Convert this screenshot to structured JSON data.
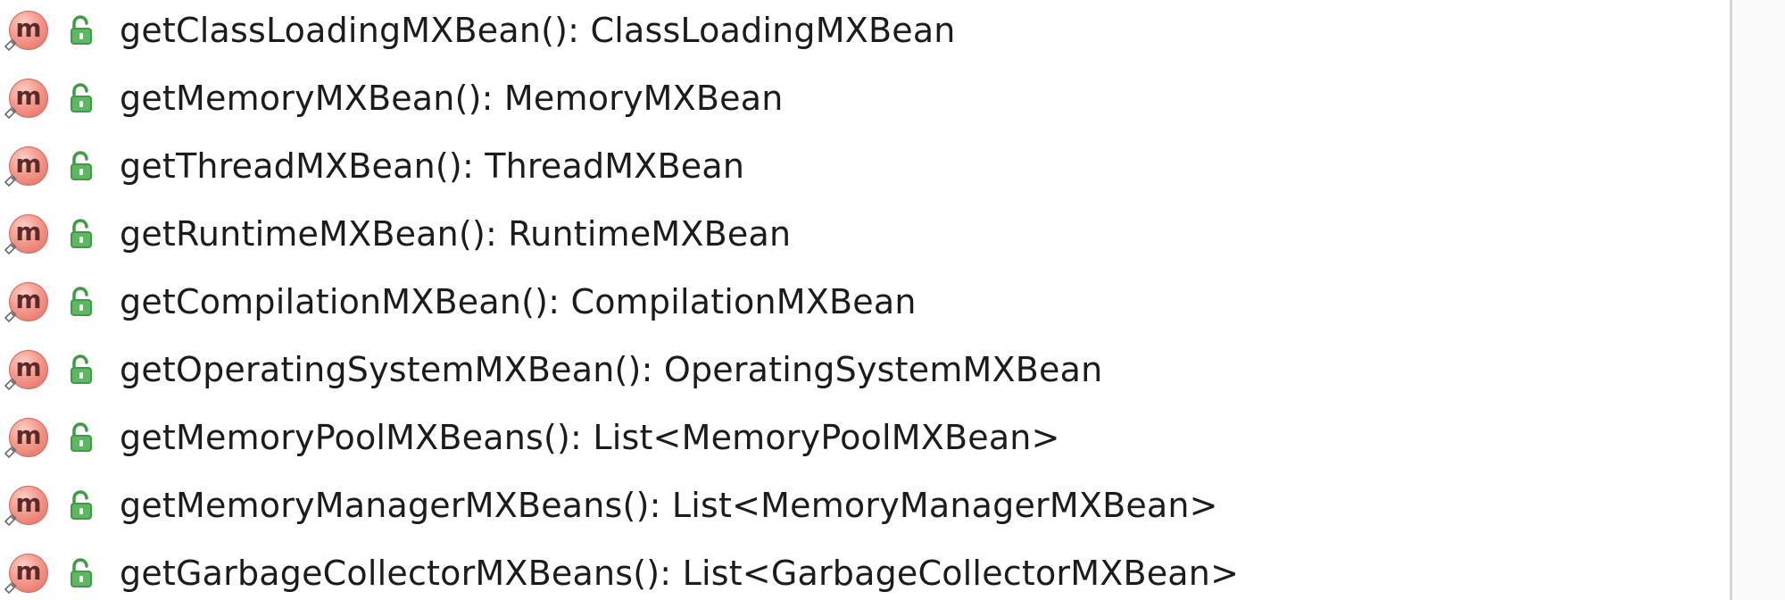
{
  "panel": {
    "icon_colors": {
      "method_fill": "#f4978a",
      "method_letter": "#5a2a28",
      "lock_green": "#3f9c45"
    },
    "row_icons": {
      "kind": "method-icon",
      "visibility": "public-lock-icon",
      "override": "implements-marker-icon"
    },
    "members": [
      {
        "kind_letter": "m",
        "signature": "getClassLoadingMXBean(): ClassLoadingMXBean"
      },
      {
        "kind_letter": "m",
        "signature": "getMemoryMXBean(): MemoryMXBean"
      },
      {
        "kind_letter": "m",
        "signature": "getThreadMXBean(): ThreadMXBean"
      },
      {
        "kind_letter": "m",
        "signature": "getRuntimeMXBean(): RuntimeMXBean"
      },
      {
        "kind_letter": "m",
        "signature": "getCompilationMXBean(): CompilationMXBean"
      },
      {
        "kind_letter": "m",
        "signature": "getOperatingSystemMXBean(): OperatingSystemMXBean"
      },
      {
        "kind_letter": "m",
        "signature": "getMemoryPoolMXBeans(): List<MemoryPoolMXBean>"
      },
      {
        "kind_letter": "m",
        "signature": "getMemoryManagerMXBeans(): List<MemoryManagerMXBean>"
      },
      {
        "kind_letter": "m",
        "signature": "getGarbageCollectorMXBeans(): List<GarbageCollectorMXBean>"
      }
    ]
  }
}
